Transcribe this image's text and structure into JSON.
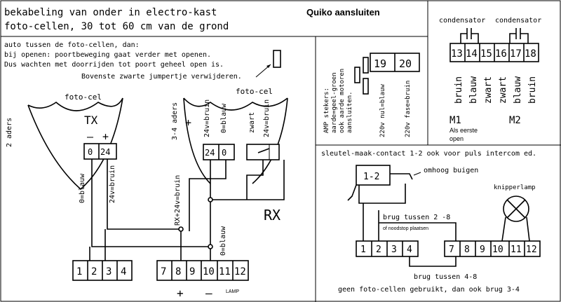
{
  "header": {
    "title_line1": "bekabeling van onder in electro-kast",
    "title_line2": "foto-cellen, 30 tot 60 cm van de grond",
    "title_right": "Quiko aansluiten"
  },
  "notes": {
    "line1": "auto tussen de foto-cellen, dan:",
    "line2": "bij openen: poortbeweging gaat verder met openen.",
    "line3": "Dus wachten met doorrijden   tot poort geheel open is.",
    "line4": "Bovenste zwarte jumpertje verwijderen."
  },
  "tx": {
    "label": "foto-cel",
    "name": "TX",
    "minus": "–",
    "plus": "+",
    "t1": "0",
    "t2": "24",
    "side": "2 aders",
    "wire1": "0=blauw",
    "wire2": "24v=bruin"
  },
  "rx": {
    "label": "foto-cel",
    "name": "RX",
    "side": "3-4 aders",
    "plus": "+",
    "wire_plus": "24v=bruin",
    "wire_zero": "0=blauw",
    "wire_zwart": "zwart",
    "wire_24": "24v=bruin",
    "t1": "24",
    "t2": "0",
    "common": "RX+24v=bruin",
    "zero_bottom": "0=blauw"
  },
  "amp": {
    "line1": "AMP stekers:",
    "line2": "aarde=geel-groen",
    "line3": "ook aarde motoren",
    "line4": "aansluiten.",
    "t1": "19",
    "t2": "20",
    "w1": "220v nul=blauw",
    "w2": "220v fase=bruin"
  },
  "motors": {
    "title_left": "condensator",
    "title_right": "condensator",
    "terminals": [
      "13",
      "14",
      "15",
      "16",
      "17",
      "18"
    ],
    "wires": [
      "bruin",
      "blauw",
      "zwart",
      "zwart",
      "blauw",
      "bruin"
    ],
    "m1": "M1",
    "m2": "M2",
    "m1_note1": "Als eerste",
    "m1_note2": "open"
  },
  "key": {
    "title": "sleutel-maak-contact 1-2 ook voor puls intercom ed.",
    "switch": "1-2",
    "bend": "omhoog buigen",
    "lamp": "knipperlamp",
    "bridge1": "brug tussen  2 -8",
    "bridge1b": "of noodstop plaatsen",
    "bridge2": "brug tussen 4-8",
    "footer": "geen foto-cellen gebruikt, dan ook brug 3-4",
    "strip_a": [
      "1",
      "2",
      "3",
      "4"
    ],
    "strip_b": [
      "7",
      "8",
      "9",
      "10",
      "11",
      "12"
    ]
  },
  "bottom": {
    "strip_a": [
      "1",
      "2",
      "3",
      "4"
    ],
    "strip_b": [
      "7",
      "8",
      "9",
      "10",
      "11",
      "12"
    ],
    "plus": "+",
    "minus": "–",
    "lamp": "LAMP"
  }
}
